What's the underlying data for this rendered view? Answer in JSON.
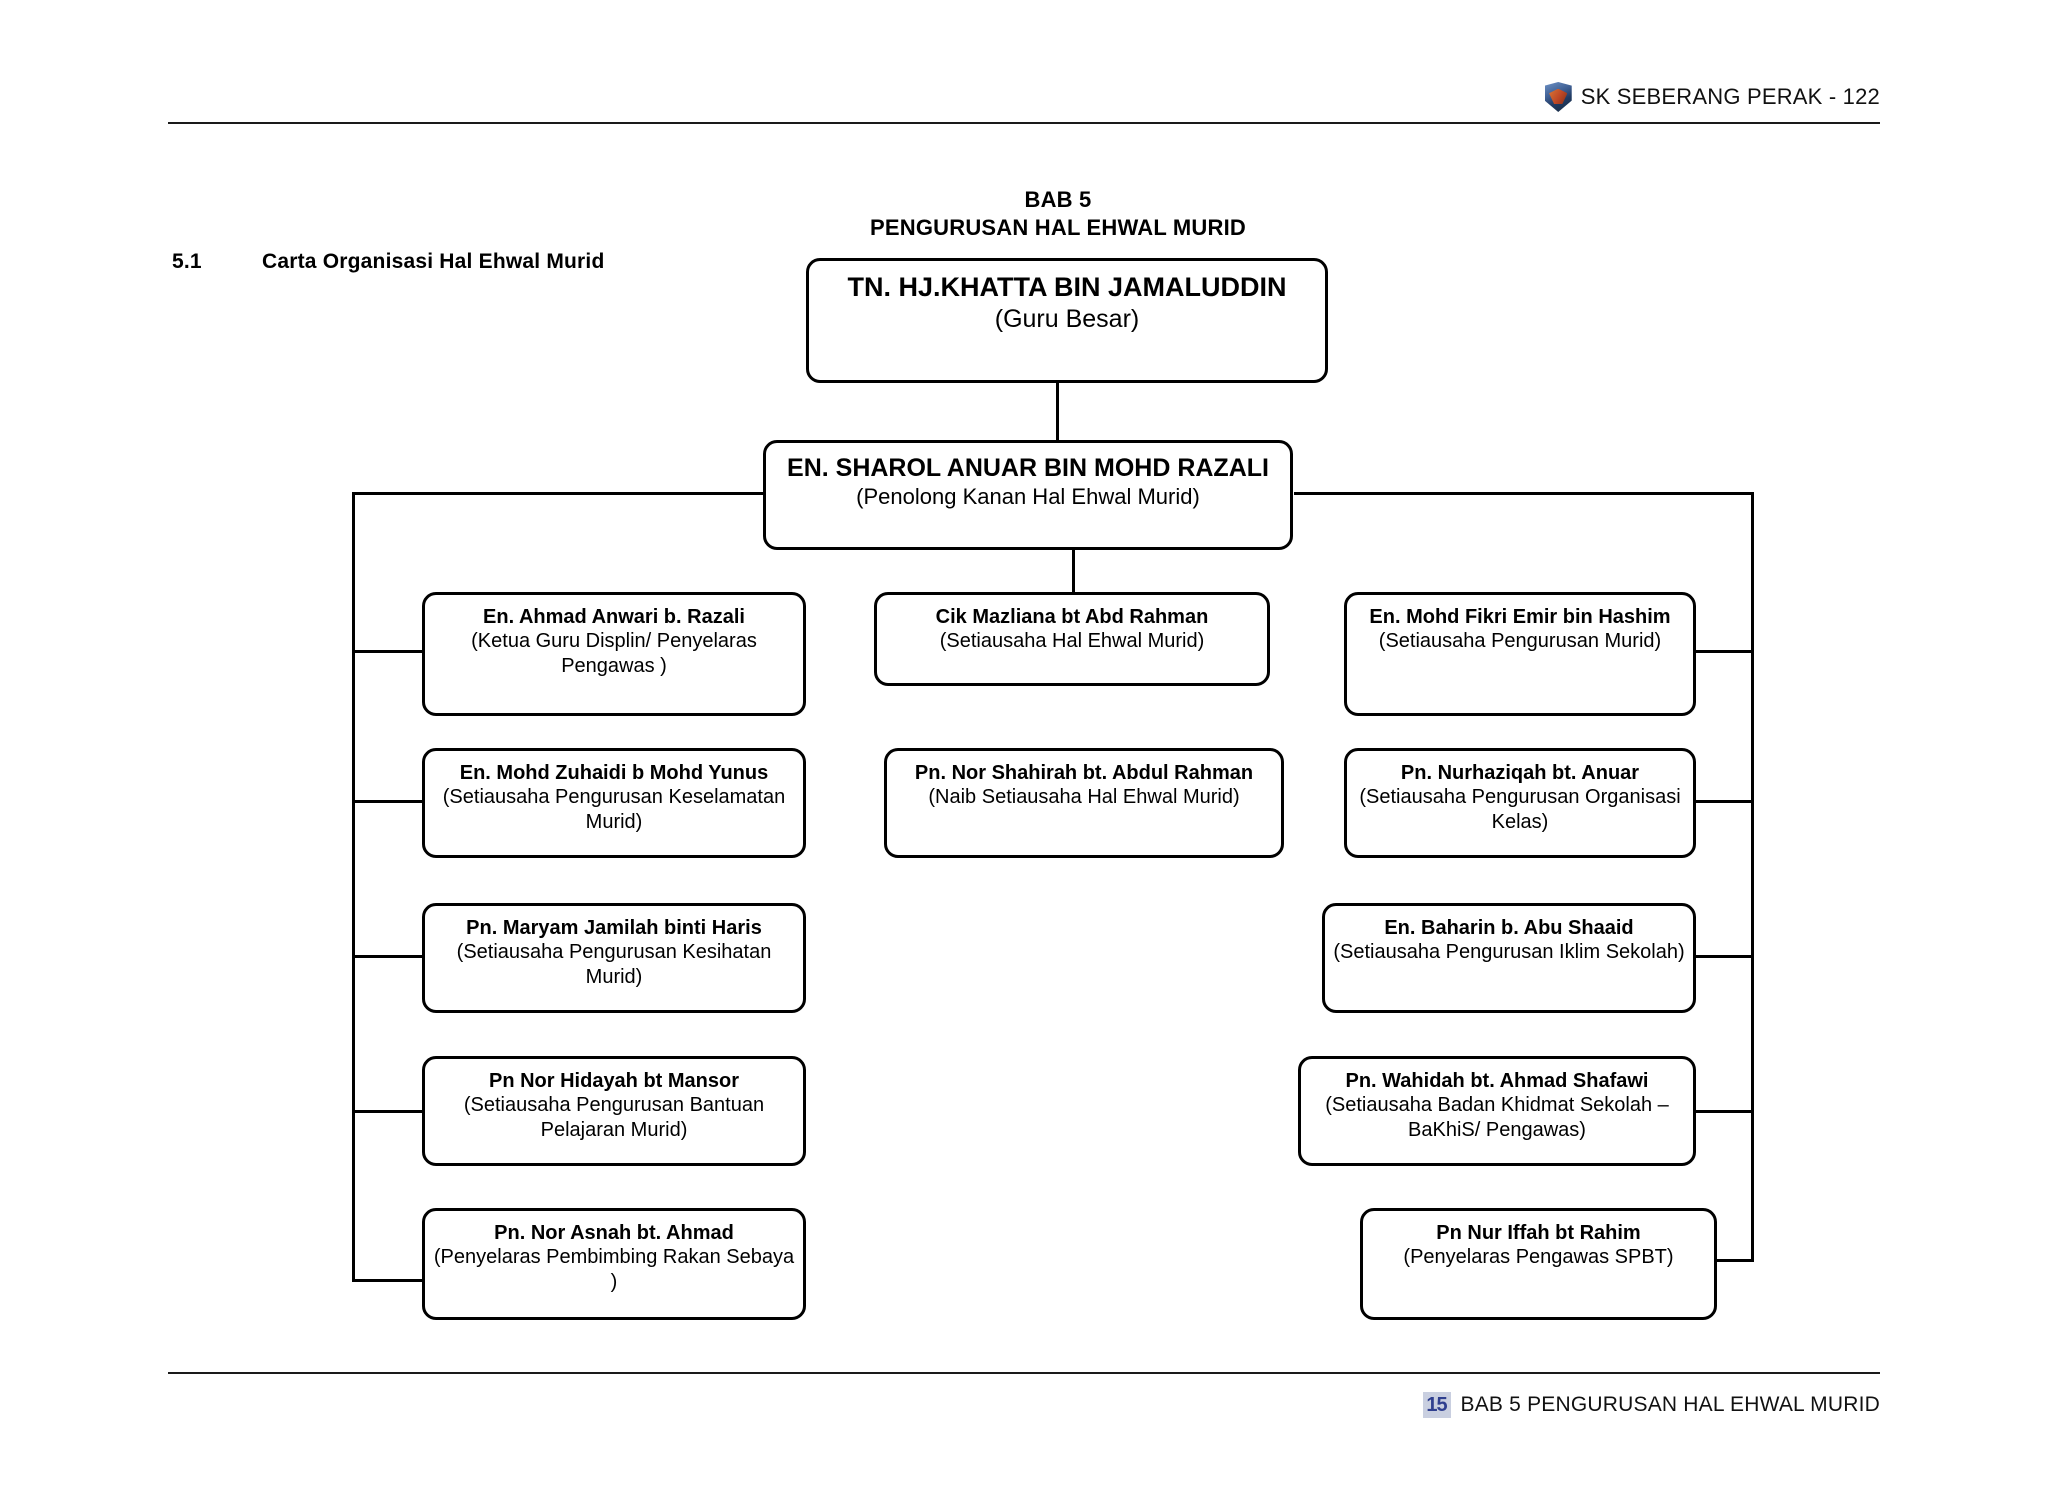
{
  "header": {
    "logo_icon": "school-crest-icon",
    "text": "SK SEBERANG PERAK - 122"
  },
  "footer": {
    "logo_icon": "document-logo-icon",
    "text": "BAB 5 PENGURUSAN HAL EHWAL MURID"
  },
  "section": {
    "number": "5.1",
    "title": "Carta Organisasi Hal Ehwal Murid"
  },
  "chapter_heading": {
    "line1": "BAB 5",
    "line2": "PENGURUSAN HAL EHWAL MURID"
  },
  "chart_data": {
    "type": "org-chart",
    "title": "Carta Organisasi Hal Ehwal Murid",
    "nodes": {
      "head": {
        "name": "TN. HJ.KHATTA BIN JAMALUDDIN",
        "role": "(Guru Besar)"
      },
      "deputy": {
        "name": "EN. SHAROL ANUAR BIN MOHD RAZALI",
        "role": "(Penolong Kanan Hal Ehwal Murid)"
      }
    },
    "left_column": [
      {
        "name": "En. Ahmad Anwari b. Razali",
        "role": "(Ketua Guru Displin/ Penyelaras Pengawas )"
      },
      {
        "name": "En. Mohd Zuhaidi b Mohd Yunus",
        "role": "(Setiausaha Pengurusan Keselamatan Murid)"
      },
      {
        "name": "Pn. Maryam Jamilah binti Haris",
        "role": "(Setiausaha Pengurusan Kesihatan Murid)"
      },
      {
        "name": "Pn Nor Hidayah bt Mansor",
        "role": "(Setiausaha Pengurusan Bantuan Pelajaran Murid)"
      },
      {
        "name": "Pn. Nor Asnah bt. Ahmad",
        "role": "(Penyelaras Pembimbing Rakan Sebaya )"
      }
    ],
    "center_column": [
      {
        "name": "Cik Mazliana bt Abd Rahman",
        "role": "(Setiausaha Hal Ehwal Murid)"
      },
      {
        "name": "Pn. Nor Shahirah  bt. Abdul Rahman",
        "role": "(Naib Setiausaha Hal Ehwal Murid)"
      }
    ],
    "right_column": [
      {
        "name": "En. Mohd Fikri Emir bin Hashim",
        "role": "(Setiausaha Pengurusan Murid)"
      },
      {
        "name": "Pn. Nurhaziqah bt. Anuar",
        "role": "(Setiausaha Pengurusan Organisasi Kelas)"
      },
      {
        "name": "En. Baharin b. Abu Shaaid",
        "role": "(Setiausaha Pengurusan Iklim Sekolah)"
      },
      {
        "name": "Pn. Wahidah  bt. Ahmad Shafawi",
        "role": "(Setiausaha Badan Khidmat Sekolah – BaKhiS/ Pengawas)"
      },
      {
        "name": "Pn Nur Iffah bt Rahim",
        "role": "(Penyelaras Pengawas SPBT)"
      }
    ]
  }
}
